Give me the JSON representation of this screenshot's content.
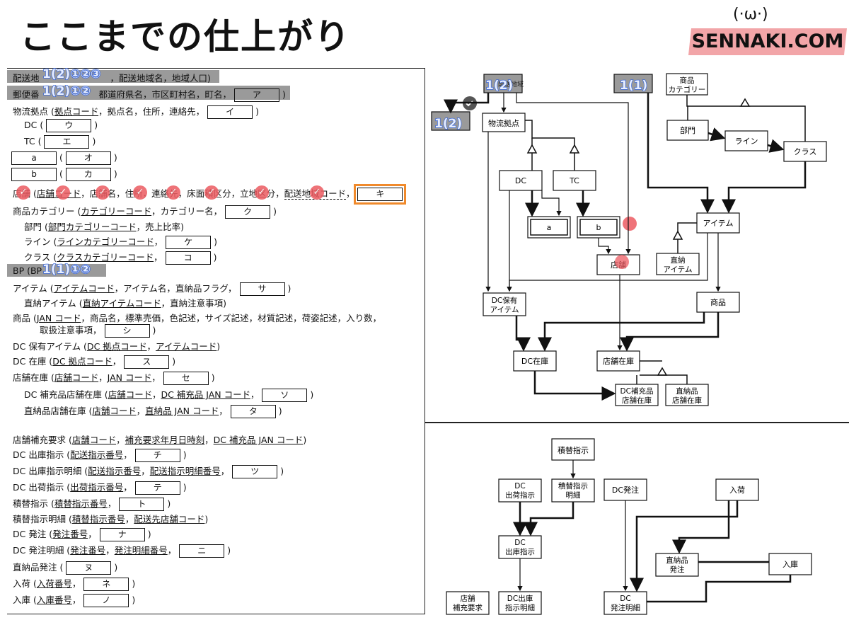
{
  "header": {
    "title": "ここまでの仕上がり",
    "logo_face": "(·ω·)",
    "logo_text": "SENNAKI.COM"
  },
  "badges": {
    "b1": "1(2)①②③",
    "b2": "1(2)①②",
    "b3": "1(1)①②",
    "r1": "1(2)",
    "r2": "1(1)",
    "r3": "1(2)"
  },
  "doc": {
    "l1_pre": "配送地",
    "l1_post": "，配送地域名，地域人口)",
    "l2_pre": "郵便番",
    "l2_post": "都道府県名，市区町村名，町名，",
    "l2_box": "ア",
    "l2_end": ")",
    "l3": "物流拠点 (",
    "l3_u": "拠点コード",
    "l3_b": "，拠点名，住所，連絡先，",
    "l3_box": "イ",
    "l4": "DC (",
    "l4_box": "ウ",
    "l5": "TC (",
    "l5_box": "エ",
    "l6_box1": "a",
    "l6_box2": "オ",
    "l7_box1": "b",
    "l7_box2": "カ",
    "l8_a": "店舗 (",
    "l8_u": "店舗コード",
    "l8_b": "，店舗名，住所，連絡先，床面積区分，立地区分，",
    "l8_du": "配送地域コード",
    "l8_c": "，",
    "l8_box": "キ",
    "l9": "商品カテゴリー (",
    "l9_u": "カテゴリーコード",
    "l9_b": "，カテゴリー名，",
    "l9_box": "ク",
    "l10": "部門 (",
    "l10_u": "部門カテゴリーコード",
    "l10_b": "，売上比率)",
    "l11": "ライン (",
    "l11_u": "ラインカテゴリーコード",
    "l11_box": "ケ",
    "l12": "クラス (",
    "l12_u": "クラスカテゴリーコード",
    "l12_box": "コ",
    "l13": "BP (BP",
    "l14": "アイテム (",
    "l14_u": "アイテムコード",
    "l14_b": "，アイテム名，直納品フラグ，",
    "l14_box": "サ",
    "l15": "直納アイテム (",
    "l15_u": "直納アイテムコード",
    "l15_b": "，直納注意事項)",
    "l16": "商品 (",
    "l16_u": "JAN コード",
    "l16_b": "，商品名，標準売価，色記述，サイズ記述，材質記述，荷姿記述，入り数，",
    "l17": "取扱注意事項，",
    "l17_box": "シ",
    "l18": "DC 保有アイテム (",
    "l18_u1": "DC 拠点コード",
    "l18_u2": "アイテムコード",
    "l19": "DC 在庫 (",
    "l19_u": "DC 拠点コード",
    "l19_box": "ス",
    "l20": "店舗在庫 (",
    "l20_u1": "店舗コード",
    "l20_u2": "JAN コード",
    "l20_box": "セ",
    "l21": "DC 補充品店舗在庫 (",
    "l21_u1": "店舗コード",
    "l21_u2": "DC 補充品 JAN コード",
    "l21_box": "ソ",
    "l22": "直納品店舗在庫 (",
    "l22_u1": "店舗コード",
    "l22_u2": "直納品 JAN コード",
    "l22_box": "タ",
    "l23": "店舗補充要求 (",
    "l23_u1": "店舗コード",
    "l23_u2": "補充要求年月日時刻",
    "l23_u3": "DC 補充品 JAN コード",
    "l24": "DC 出庫指示 (",
    "l24_u": "配送指示番号",
    "l24_box": "チ",
    "l25": "DC 出庫指示明細 (",
    "l25_u1": "配送指示番号",
    "l25_u2": "配送指示明細番号",
    "l25_box": "ツ",
    "l26": "DC 出荷指示 (",
    "l26_u": "出荷指示番号",
    "l26_box": "テ",
    "l27": "積替指示 (",
    "l27_u": "積替指示番号",
    "l27_box": "ト",
    "l28": "積替指示明細 (",
    "l28_u1": "積替指示番号",
    "l28_u2": "配送先店舗コード",
    "l29": "DC 発注 (",
    "l29_u": "発注番号",
    "l29_box": "ナ",
    "l30": "DC 発注明細 (",
    "l30_u1": "発注番号",
    "l30_u2": "発注明細番号",
    "l30_box": "ニ",
    "l31": "直納品発注 (",
    "l31_box": "ヌ",
    "l32": "入荷 (",
    "l32_u": "入荷番号",
    "l32_box": "ネ",
    "l33": "入庫 (",
    "l33_u": "入庫番号",
    "l33_box": "ノ",
    "close": ")",
    "comma": "，",
    "open": "("
  },
  "diagram": {
    "n_haisou": "配送地域",
    "n_butsuryu": "物流拠点",
    "n_dc": "DC",
    "n_tc": "TC",
    "n_a": "a",
    "n_b": "b",
    "n_tenpo": "店舗",
    "n_shohincat1": "商品",
    "n_shohincat2": "カテゴリー",
    "n_bumon": "部門",
    "n_line": "ライン",
    "n_class": "クラス",
    "n_item": "アイテム",
    "n_chokuno1": "直納",
    "n_chokuno2": "アイテム",
    "n_dchoyu1": "DC保有",
    "n_dchoyu2": "アイテム",
    "n_shohin": "商品",
    "n_dczaiko": "DC在庫",
    "n_tenpozaiko": "店舗在庫",
    "n_dchoju1": "DC補充品",
    "n_dchoju2": "店舗在庫",
    "n_chokunozaiko1": "直納品",
    "n_chokunozaiko2": "店舗在庫",
    "n_tsumikae": "積替指示",
    "n_dcshukka1": "DC",
    "n_dcshukka2": "出荷指示",
    "n_tsumimei1": "積替指示",
    "n_tsumimei2": "明細",
    "n_dchatchu": "DC発注",
    "n_nyuka": "入荷",
    "n_dcshukko1": "DC",
    "n_dcshukko2": "出庫指示",
    "n_chokunohatchu1": "直納品",
    "n_chokunohatchu2": "発注",
    "n_nyuko": "入庫",
    "n_tenpohoju1": "店舗",
    "n_tenpohoju2": "補充要求",
    "n_dcshukkomei1": "DC出庫",
    "n_dcshukkomei2": "指示明細",
    "n_dchatchumei1": "DC",
    "n_dchatchumei2": "発注明細"
  },
  "colors": {
    "accent_badge": "#3f6ad8",
    "check": "#ec5b61",
    "highlight": "#f08a2c",
    "logo_band": "#f2a5a8",
    "shade": "#9a9a9a"
  }
}
